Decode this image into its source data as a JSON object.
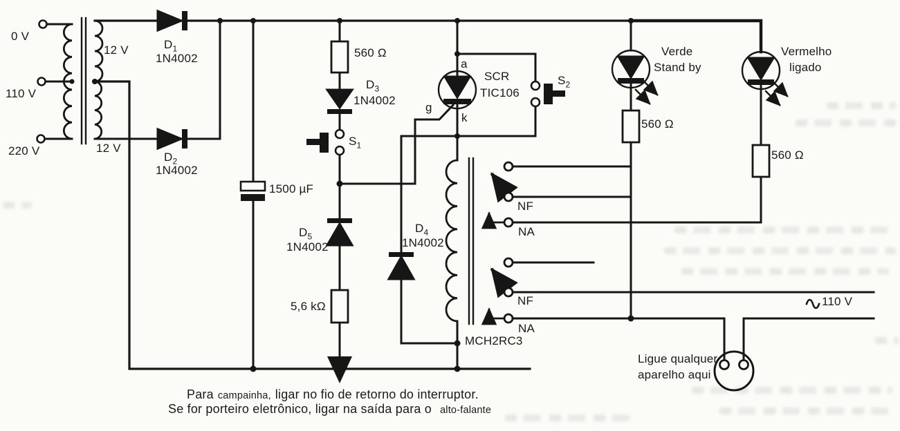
{
  "diagram": {
    "transformer": {
      "taps": {
        "t0": "0 V",
        "t110": "110 V",
        "t220": "220 V"
      },
      "secondary": {
        "top": "12 V",
        "bottom": "12 V"
      }
    },
    "components": {
      "d1": {
        "ref": "D",
        "sub": "1",
        "part": "1N4002"
      },
      "d2": {
        "ref": "D",
        "sub": "2",
        "part": "1N4002"
      },
      "d3": {
        "ref": "D",
        "sub": "3",
        "part": "1N4002"
      },
      "d4": {
        "ref": "D",
        "sub": "4",
        "part": "1N4002"
      },
      "d5": {
        "ref": "D",
        "sub": "5",
        "part": "1N4002"
      },
      "r_scr": {
        "value": "560 Ω"
      },
      "r_green": {
        "value": "560 Ω"
      },
      "r_red": {
        "value": "560 Ω"
      },
      "r_gate": {
        "value": "5,6 kΩ"
      },
      "c1": {
        "value": "1500 µF"
      },
      "s1": {
        "ref": "S",
        "sub": "1"
      },
      "s2": {
        "ref": "S",
        "sub": "2"
      },
      "scr": {
        "name": "SCR",
        "part": "TIC106",
        "pin_a": "a",
        "pin_g": "g",
        "pin_k": "k"
      },
      "relay": {
        "part": "MCH2RC3",
        "nf1": "NF",
        "na1": "NA",
        "nf2": "NF",
        "na2": "NA"
      },
      "led_green": {
        "line1": "Verde",
        "line2": "Stand by"
      },
      "led_red": {
        "line1": "Vermelho",
        "line2": "ligado"
      }
    },
    "mains": {
      "label": "110 V"
    },
    "outlet": {
      "line1": "Ligue qualquer",
      "line2": "aparelho aqui"
    },
    "notes": {
      "l1_a": "Para",
      "l1_b": "campainha,",
      "l1_c": "ligar no fio de retorno do interruptor.",
      "l2_a": "Se for porteiro eletrônico, ligar na saída para o",
      "l2_b": "alto-falante"
    },
    "colors": {
      "ink": "#161616",
      "paper": "#fbfbf8"
    }
  }
}
